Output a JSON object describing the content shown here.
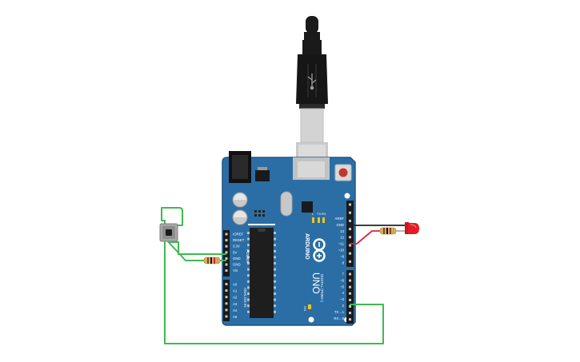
{
  "board": {
    "brand": "ARDUINO",
    "model": "UNO",
    "on_label": "ON",
    "l_label": "L",
    "tx_label": "TX",
    "rx_label": "RX",
    "power_label": "POWER",
    "analog_label": "ANALOG IN",
    "digital_label": "DIGITAL (PWM~)",
    "power_pins": [
      "IOREF",
      "RESET",
      "3.3V",
      "5V",
      "GND",
      "GND",
      "Vin"
    ],
    "analog_pins": [
      "A0",
      "A1",
      "A2",
      "A3",
      "A4",
      "A5"
    ],
    "digital_top": [
      "AREF",
      "GND",
      "13",
      "12",
      "~11",
      "~10",
      "~9",
      "8"
    ],
    "digital_bottom": [
      "7",
      "~6",
      "~5",
      "4",
      "~3",
      "2",
      "TX→1",
      "RX←0"
    ]
  },
  "colors": {
    "board": "#2b6ea6",
    "board_edge": "#1f5786",
    "wire_green": "#3fba4f",
    "wire_red": "#d8262e",
    "wire_black": "#222222",
    "led": "#e31b23"
  }
}
